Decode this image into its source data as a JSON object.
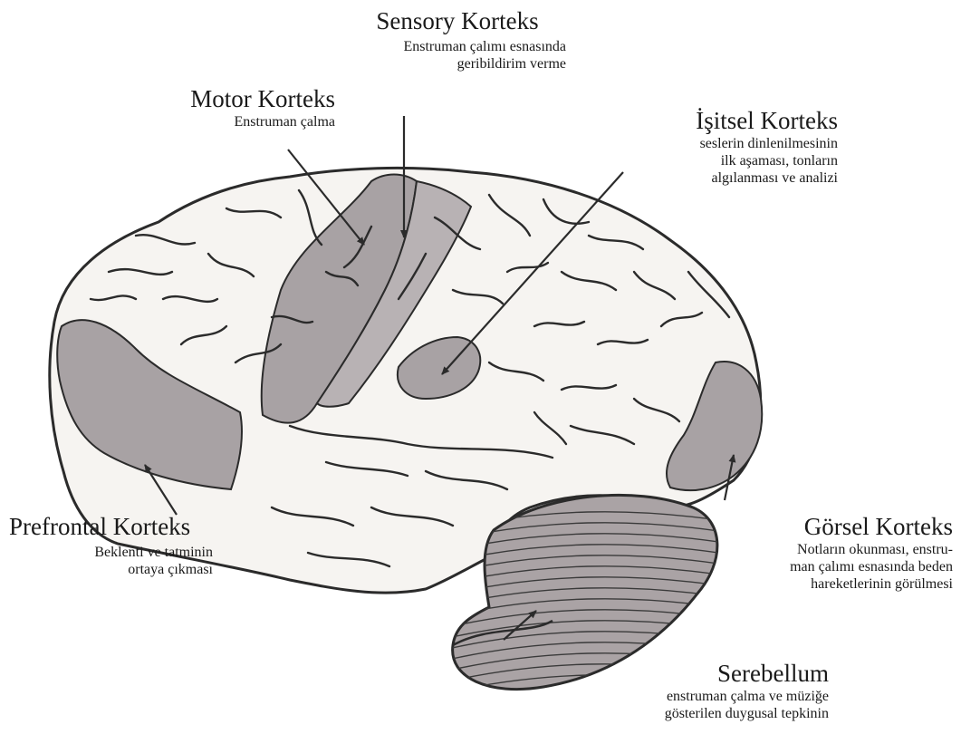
{
  "labels": {
    "sensory": {
      "title": "Sensory Korteks",
      "desc": [
        "Enstruman çalımı esnasında",
        "geribildirim verme"
      ]
    },
    "motor": {
      "title": "Motor Korteks",
      "desc": [
        "Enstruman çalma"
      ]
    },
    "auditory": {
      "title": "İşitsel Korteks",
      "desc": [
        "seslerin dinlenilmesinin",
        "ilk aşaması, tonların",
        "algılanması ve analizi"
      ]
    },
    "prefrontal": {
      "title": "Prefrontal Korteks",
      "desc": [
        "Beklenti ve tatminin",
        "ortaya çıkması"
      ]
    },
    "visual": {
      "title": "Görsel Korteks",
      "desc": [
        "Notların okunması, enstru-",
        "man çalımı esnasında beden",
        "hareketlerinin görülmesi"
      ]
    },
    "cerebellum": {
      "title": "Serebellum",
      "desc": [
        "enstruman çalma ve müziğe",
        "gösterilen duygusal tepkinin"
      ]
    }
  },
  "colors": {
    "brain_fill": "#f6f4f1",
    "region_fill": "#a8a2a4",
    "outline": "#2b2b2b",
    "arrow": "#2b2b2b"
  }
}
